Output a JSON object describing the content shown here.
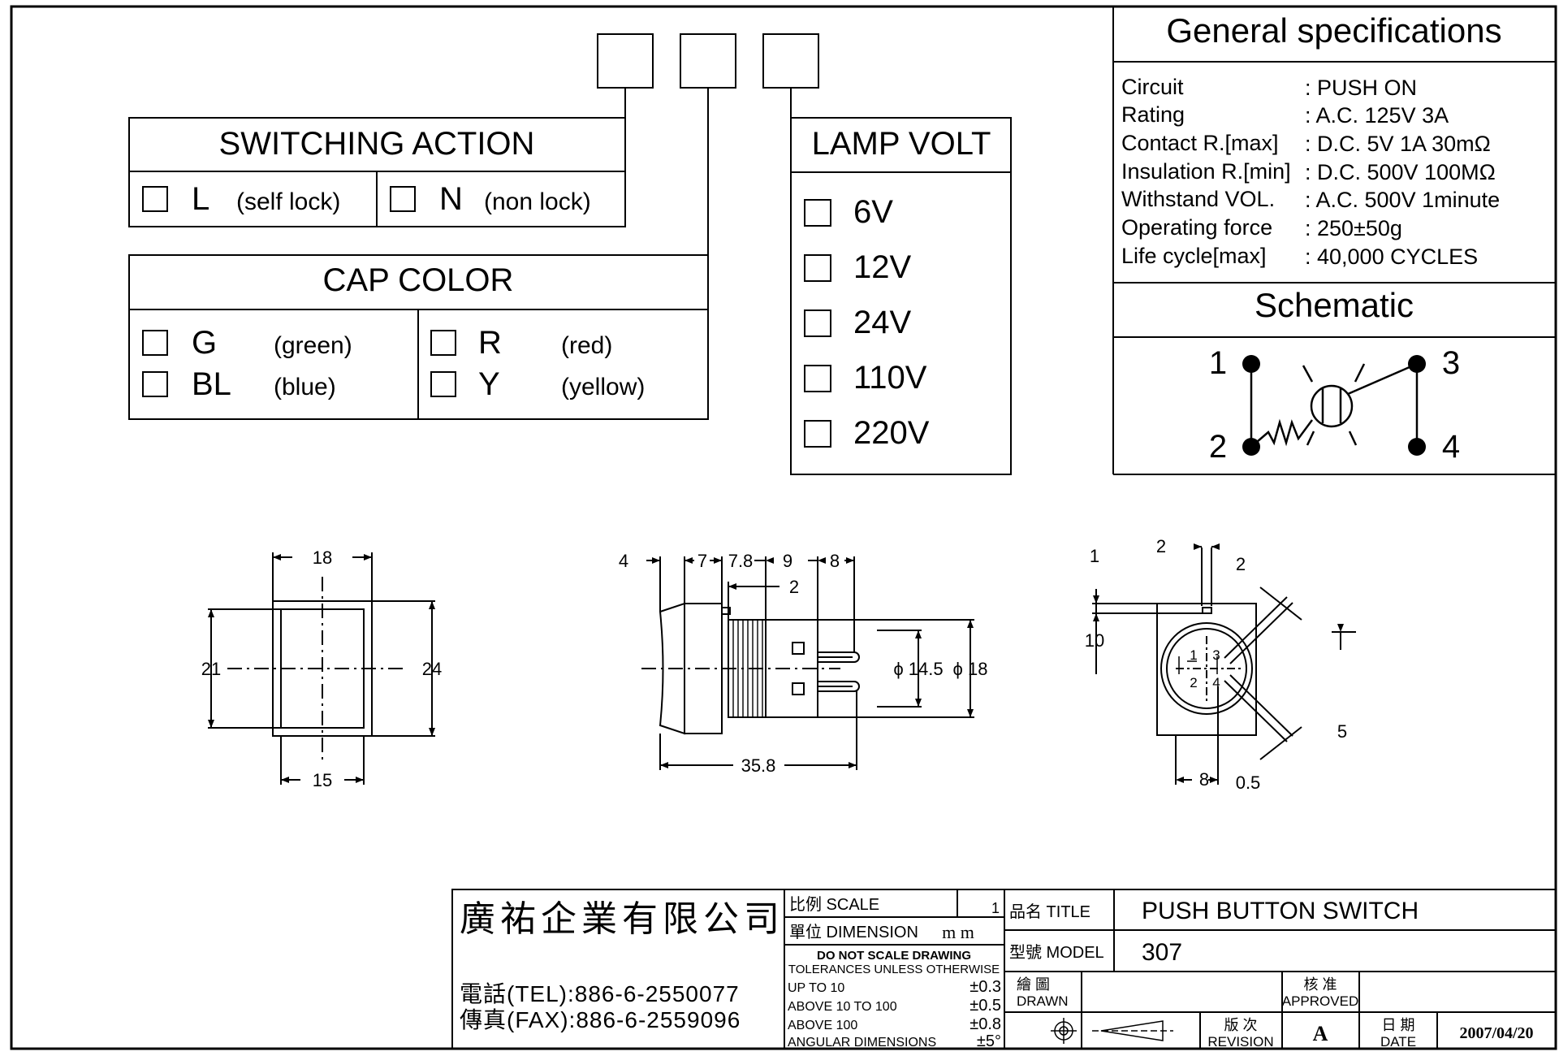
{
  "order_code": {
    "switching_action": {
      "title": "SWITCHING ACTION",
      "options": [
        {
          "code": "L",
          "desc": "(self lock)"
        },
        {
          "code": "N",
          "desc": "(non lock)"
        }
      ]
    },
    "cap_color": {
      "title": "CAP COLOR",
      "options": [
        {
          "code": "G",
          "desc": "(green)"
        },
        {
          "code": "BL",
          "desc": "(blue)"
        },
        {
          "code": "R",
          "desc": "(red)"
        },
        {
          "code": "Y",
          "desc": "(yellow)"
        }
      ]
    },
    "lamp_volt": {
      "title": "LAMP VOLT",
      "options": [
        "6V",
        "12V",
        "24V",
        "110V",
        "220V"
      ]
    }
  },
  "general_specifications": {
    "title": "General specifications",
    "rows": [
      {
        "label": "Circuit",
        "value": ": PUSH ON"
      },
      {
        "label": "Rating",
        "value": ": A.C. 125V 3A"
      },
      {
        "label": "Contact R.[max]",
        "value": ": D.C. 5V 1A 30mΩ"
      },
      {
        "label": "Insulation R.[min]",
        "value": ": D.C. 500V 100MΩ"
      },
      {
        "label": "Withstand VOL.",
        "value": ": A.C. 500V 1minute"
      },
      {
        "label": "Operating force",
        "value": ": 250±50g"
      },
      {
        "label": "Life cycle[max]",
        "value": ": 40,000 CYCLES"
      }
    ]
  },
  "schematic": {
    "title": "Schematic",
    "terminals": [
      "1",
      "2",
      "3",
      "4"
    ]
  },
  "dimensions": {
    "front": {
      "top": "18",
      "left": "21",
      "right": "24",
      "bottom": "15"
    },
    "side": {
      "d4": "4",
      "d7": "7",
      "d78": "7.8",
      "d9": "9",
      "d8": "8",
      "d2": "2",
      "phi145": "ϕ 14.5",
      "phi18": "ϕ 18",
      "length": "35.8"
    },
    "rear": {
      "d1": "1",
      "d2a": "2",
      "d2b": "2",
      "d10": "10",
      "d5": "5",
      "d8": "8",
      "d05": "0.5",
      "pins": [
        "1",
        "2",
        "3",
        "4"
      ]
    }
  },
  "title_block": {
    "company": "廣祐企業有限公司",
    "tel": "電話(TEL):886-6-2550077",
    "fax": "傳真(FAX):886-6-2559096",
    "scale_label": "比例 SCALE",
    "scale_value": "1",
    "unit_label": "單位 DIMENSION",
    "unit_value": "m m",
    "note1": "DO NOT SCALE DRAWING",
    "note2": "TOLERANCES UNLESS OTHERWISE",
    "tolerances": [
      {
        "range": "UP TO 10",
        "tol": "±0.3"
      },
      {
        "range": "ABOVE 10 TO 100",
        "tol": "±0.5"
      },
      {
        "range": "ABOVE 100",
        "tol": "±0.8"
      },
      {
        "range": "ANGULAR DIMENSIONS",
        "tol": "±5°"
      }
    ],
    "title_label": "品名 TITLE",
    "title_value": "PUSH BUTTON SWITCH",
    "model_label": "型號 MODEL",
    "model_value": "307",
    "drawn_label_zh": "繪 圖",
    "drawn_label_en": "DRAWN",
    "approved_label_zh": "核 准",
    "approved_label_en": "APPROVED",
    "revision_label_zh": "版 次",
    "revision_label_en": "REVISION",
    "revision_value": "A",
    "date_label_zh": "日 期",
    "date_label_en": "DATE",
    "date_value": "2007/04/20"
  }
}
